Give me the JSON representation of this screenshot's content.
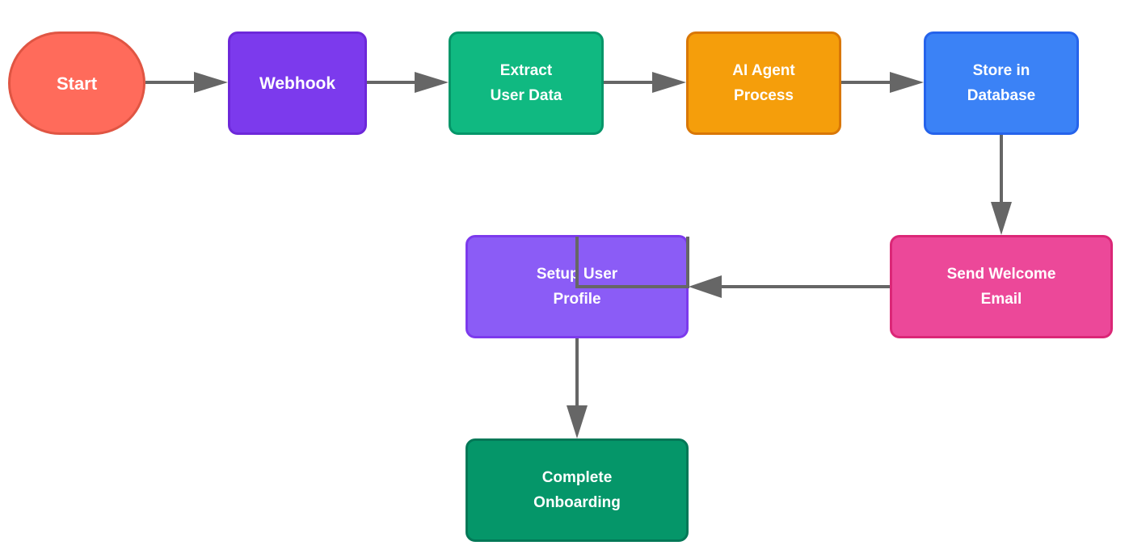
{
  "diagram": {
    "nodes": [
      {
        "id": "start",
        "lines": [
          "Start"
        ],
        "fill": "#ff6b5b",
        "border": "#e05543"
      },
      {
        "id": "webhook",
        "lines": [
          "Webhook"
        ],
        "fill": "#7c3aed",
        "border": "#6d28d9"
      },
      {
        "id": "extract",
        "lines": [
          "Extract",
          "User Data"
        ],
        "fill": "#10b981",
        "border": "#059669"
      },
      {
        "id": "ai-agent",
        "lines": [
          "AI Agent",
          "Process"
        ],
        "fill": "#f59e0b",
        "border": "#d97706"
      },
      {
        "id": "store",
        "lines": [
          "Store in",
          "Database"
        ],
        "fill": "#3b82f6",
        "border": "#2563eb"
      },
      {
        "id": "welcome",
        "lines": [
          "Send Welcome",
          "Email"
        ],
        "fill": "#ec4899",
        "border": "#db2777"
      },
      {
        "id": "profile",
        "lines": [
          "Setup User",
          "Profile"
        ],
        "fill": "#8b5cf6",
        "border": "#7c3aed"
      },
      {
        "id": "complete",
        "lines": [
          "Complete",
          "Onboarding"
        ],
        "fill": "#059669",
        "border": "#047857"
      }
    ],
    "edges": [
      {
        "from": "start",
        "to": "webhook"
      },
      {
        "from": "webhook",
        "to": "extract"
      },
      {
        "from": "extract",
        "to": "ai-agent"
      },
      {
        "from": "ai-agent",
        "to": "store"
      },
      {
        "from": "store",
        "to": "welcome"
      },
      {
        "from": "welcome",
        "to": "profile"
      },
      {
        "from": "profile",
        "to": "complete"
      }
    ],
    "edge_color": "#666666"
  }
}
